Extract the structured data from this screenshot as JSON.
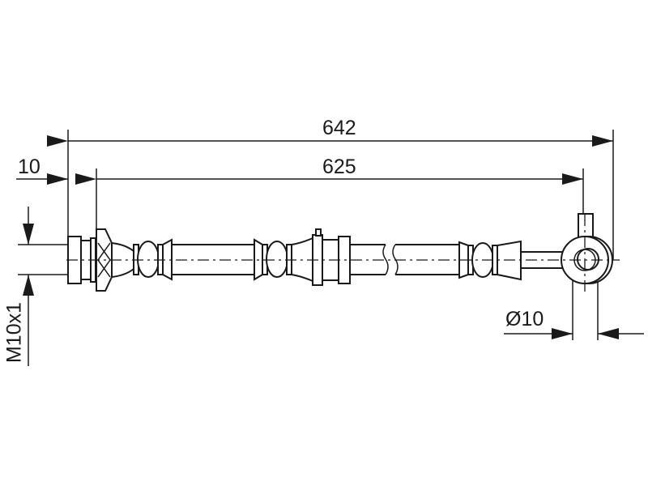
{
  "dimensions": {
    "overall_length": "642",
    "hose_length": "625",
    "offset": "10",
    "thread": "M10x1",
    "eye_diameter": "Ø10"
  }
}
